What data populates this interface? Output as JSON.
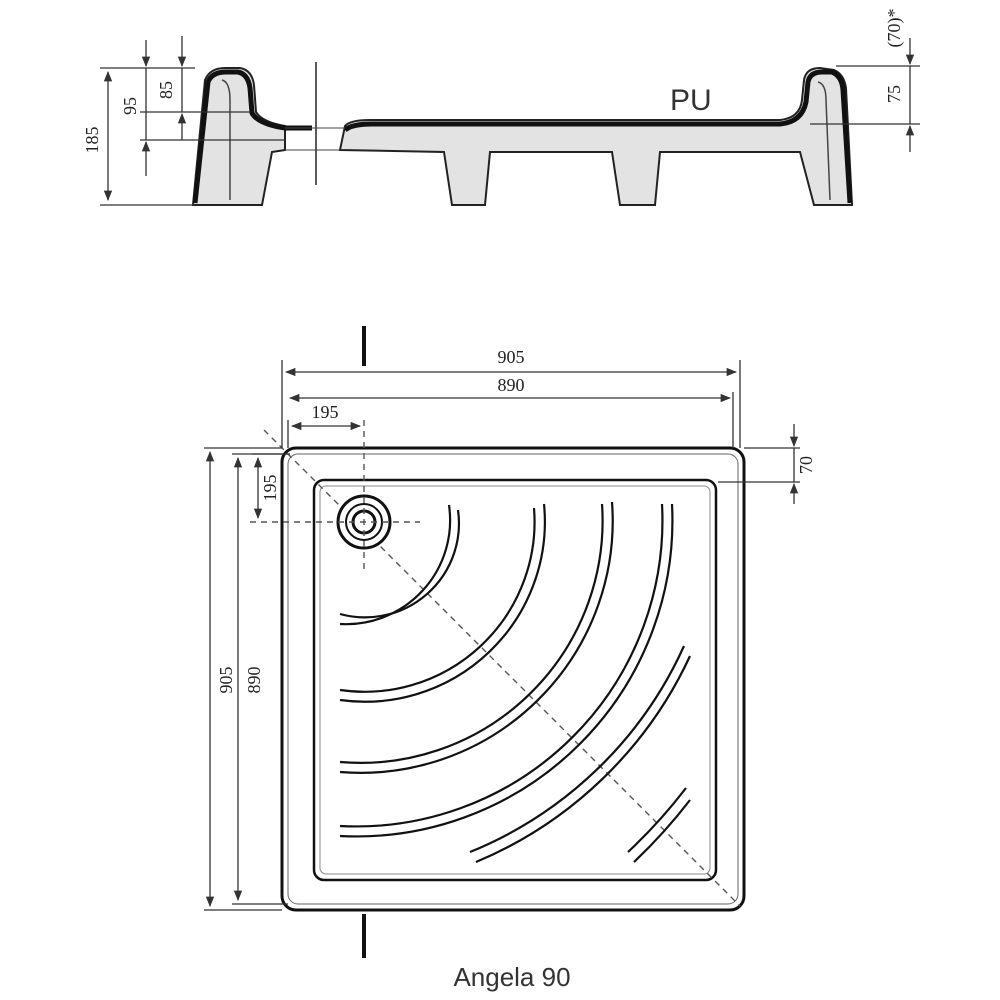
{
  "section": {
    "material": "PU",
    "dims": {
      "total_height": "185",
      "rim_height": "95",
      "inner_rim": "85",
      "right_height": "75",
      "right_note": "(70)*"
    }
  },
  "plan": {
    "dims": {
      "outer_width": "905",
      "inner_width": "890",
      "drain_x": "195",
      "drain_y": "195",
      "rim_width": "70",
      "outer_height": "905",
      "inner_height": "890"
    },
    "section_mark_top": "I",
    "section_mark_bottom": "I"
  },
  "caption": "Angela 90"
}
